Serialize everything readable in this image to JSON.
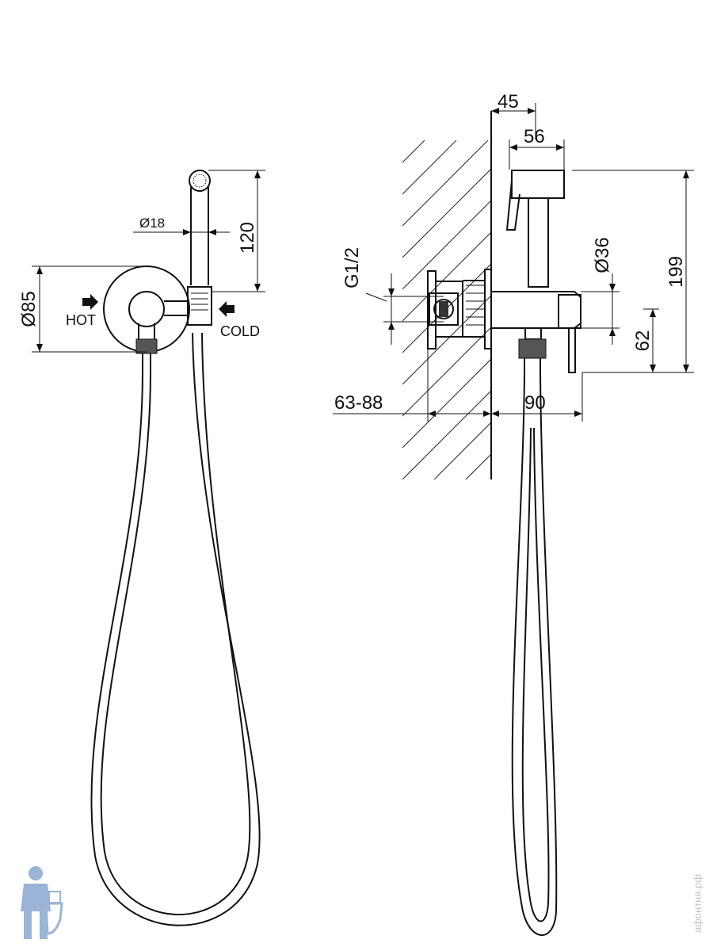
{
  "front_view": {
    "dim_diameter_hose_head": "Ø18",
    "dim_head_height": "120",
    "dim_diameter_flange": "Ø85",
    "label_hot": "HOT",
    "label_cold": "COLD"
  },
  "side_view": {
    "dim_wall_depth": "45",
    "dim_head_width": "56",
    "dim_thread": "G1/2",
    "dim_diameter_body": "Ø36",
    "dim_total_height": "199",
    "dim_outlet_height": "62",
    "dim_install_depth": "63-88",
    "dim_projection": "90"
  },
  "watermark": {
    "site_text": "афонтня.рф"
  },
  "colors": {
    "line": "#111111",
    "watermark": "#b9c6d6",
    "mascot": "#4a78b8"
  }
}
